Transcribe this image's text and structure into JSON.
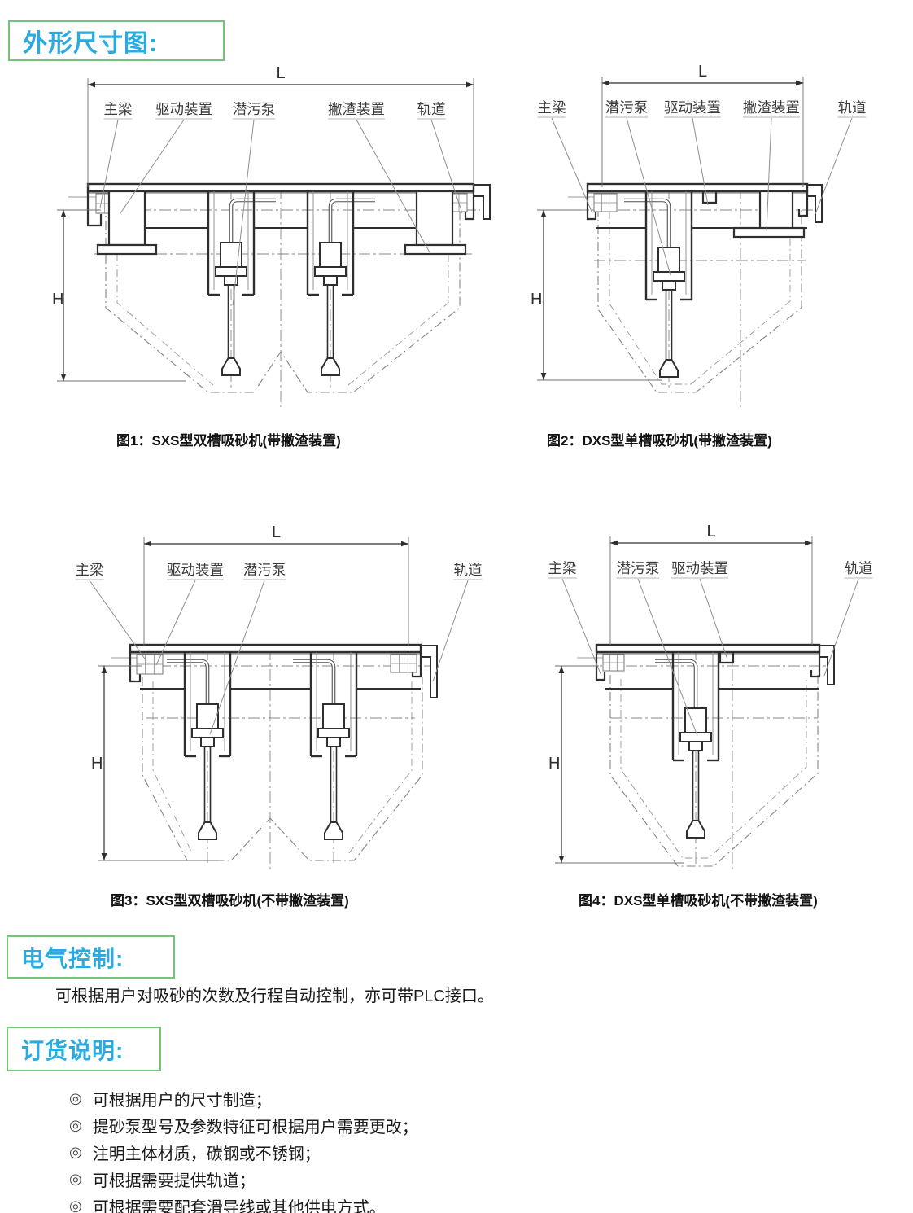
{
  "headings": {
    "dimension_title": "外形尺寸图:",
    "electrical_title": "电气控制:",
    "ordering_title": "订货说明:"
  },
  "dim_labels": {
    "length": "L",
    "height": "H"
  },
  "figures": [
    {
      "caption": "图1：SXS型双槽吸砂机(带撇渣装置)",
      "labels": [
        "主梁",
        "驱动装置",
        "潜污泵",
        "撇渣装置",
        "轨道"
      ]
    },
    {
      "caption": "图2：DXS型单槽吸砂机(带撇渣装置)",
      "labels": [
        "主梁",
        "潜污泵",
        "驱动装置",
        "撇渣装置",
        "轨道"
      ]
    },
    {
      "caption": "图3：SXS型双槽吸砂机(不带撇渣装置)",
      "labels": [
        "主梁",
        "驱动装置",
        "潜污泵",
        "轨道"
      ]
    },
    {
      "caption": "图4：DXS型单槽吸砂机(不带撇渣装置)",
      "labels": [
        "主梁",
        "潜污泵",
        "驱动装置",
        "轨道"
      ]
    }
  ],
  "electrical": {
    "body": "可根据用户对吸砂的次数及行程自动控制，亦可带PLC接口。"
  },
  "ordering": {
    "bullet": "◎",
    "items": [
      "可根据用户的尺寸制造；",
      "提砂泵型号及参数特征可根据用户需要更改；",
      "注明主体材质，碳钢或不锈钢；",
      "可根据需要提供轨道；",
      "可根据需要配套滑导线或其他供电方式。"
    ]
  },
  "colors": {
    "accent_blue": "#29abe2",
    "box_green": "#74c478"
  }
}
